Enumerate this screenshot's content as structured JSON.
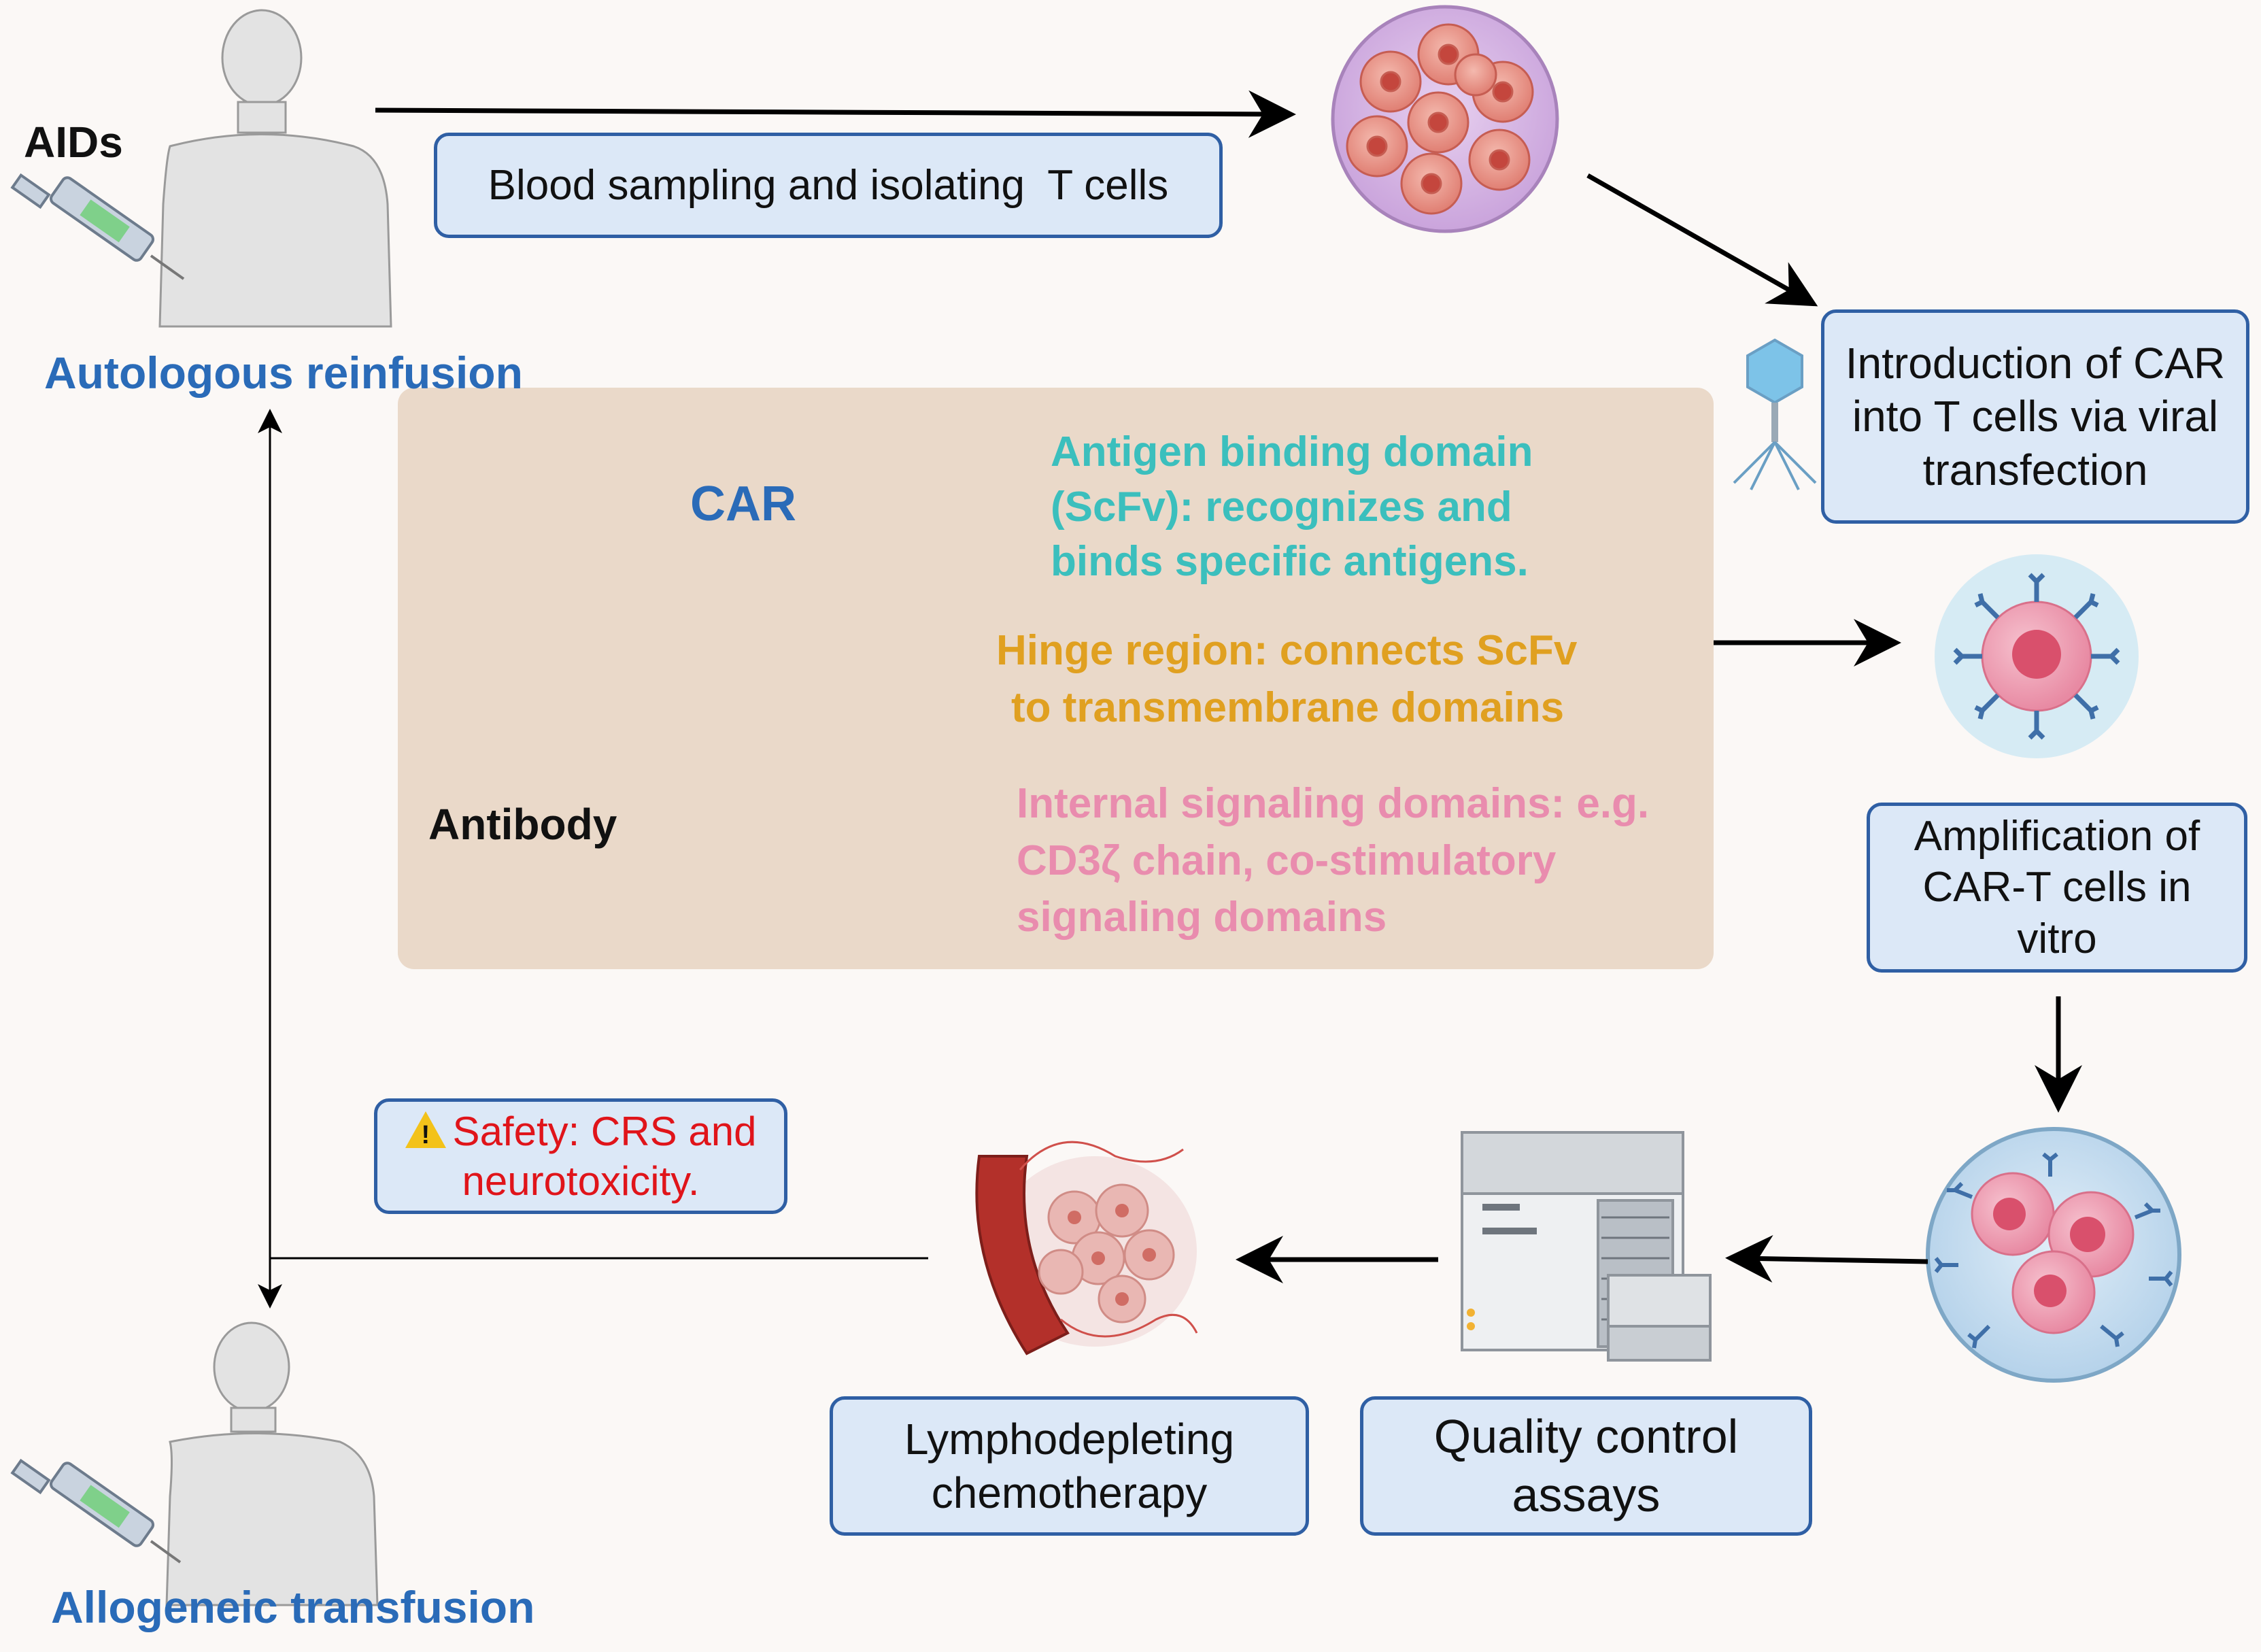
{
  "labels": {
    "aids": "AIDs",
    "autologous": "Autologous reinfusion",
    "allogeneic": "Allogeneic transfusion",
    "car": "CAR",
    "antibody": "Antibody"
  },
  "boxes": {
    "blood": "Blood sampling and isolating  T cells",
    "introduction": [
      "Introduction of CAR",
      "into T cells via viral",
      "transfection"
    ],
    "amplification": [
      "Amplification of",
      "CAR-T cells in",
      "vitro"
    ],
    "quality": [
      "Quality control",
      "assays"
    ],
    "lympho": [
      "Lymphodepleting",
      "chemotherapy"
    ],
    "safety": [
      "Safety: CRS and",
      "neurotoxicity."
    ],
    "safety_icon": "!"
  },
  "car_domains": {
    "antigen": [
      "Antigen binding domain",
      "(ScFv): recognizes and",
      "binds specific antigens."
    ],
    "hinge": [
      "Hinge region: connects ScFv",
      "to transmembrane domains"
    ],
    "internal": [
      "Internal signaling domains: e.g.",
      "CD3ζ chain, co-stimulatory",
      "signaling domains"
    ]
  },
  "colors": {
    "antigen": "#3bbfbd",
    "hinge": "#e0a020",
    "internal": "#e98cae",
    "title_blue": "#2a6bb8",
    "box_fill": "#dce8f7",
    "box_border": "#2f5fa4",
    "panel": "#ead9c9",
    "warning_text": "#e0141a"
  },
  "icons": [
    "human-figure-icon",
    "syringe-icon",
    "tcell-dish-icon",
    "virus-icon",
    "car-t-cell-icon",
    "expansion-dish-icon",
    "analyzer-icon",
    "blood-vessel-tumor-icon",
    "warning-icon",
    "antibody-icon",
    "car-receptor-icon"
  ]
}
